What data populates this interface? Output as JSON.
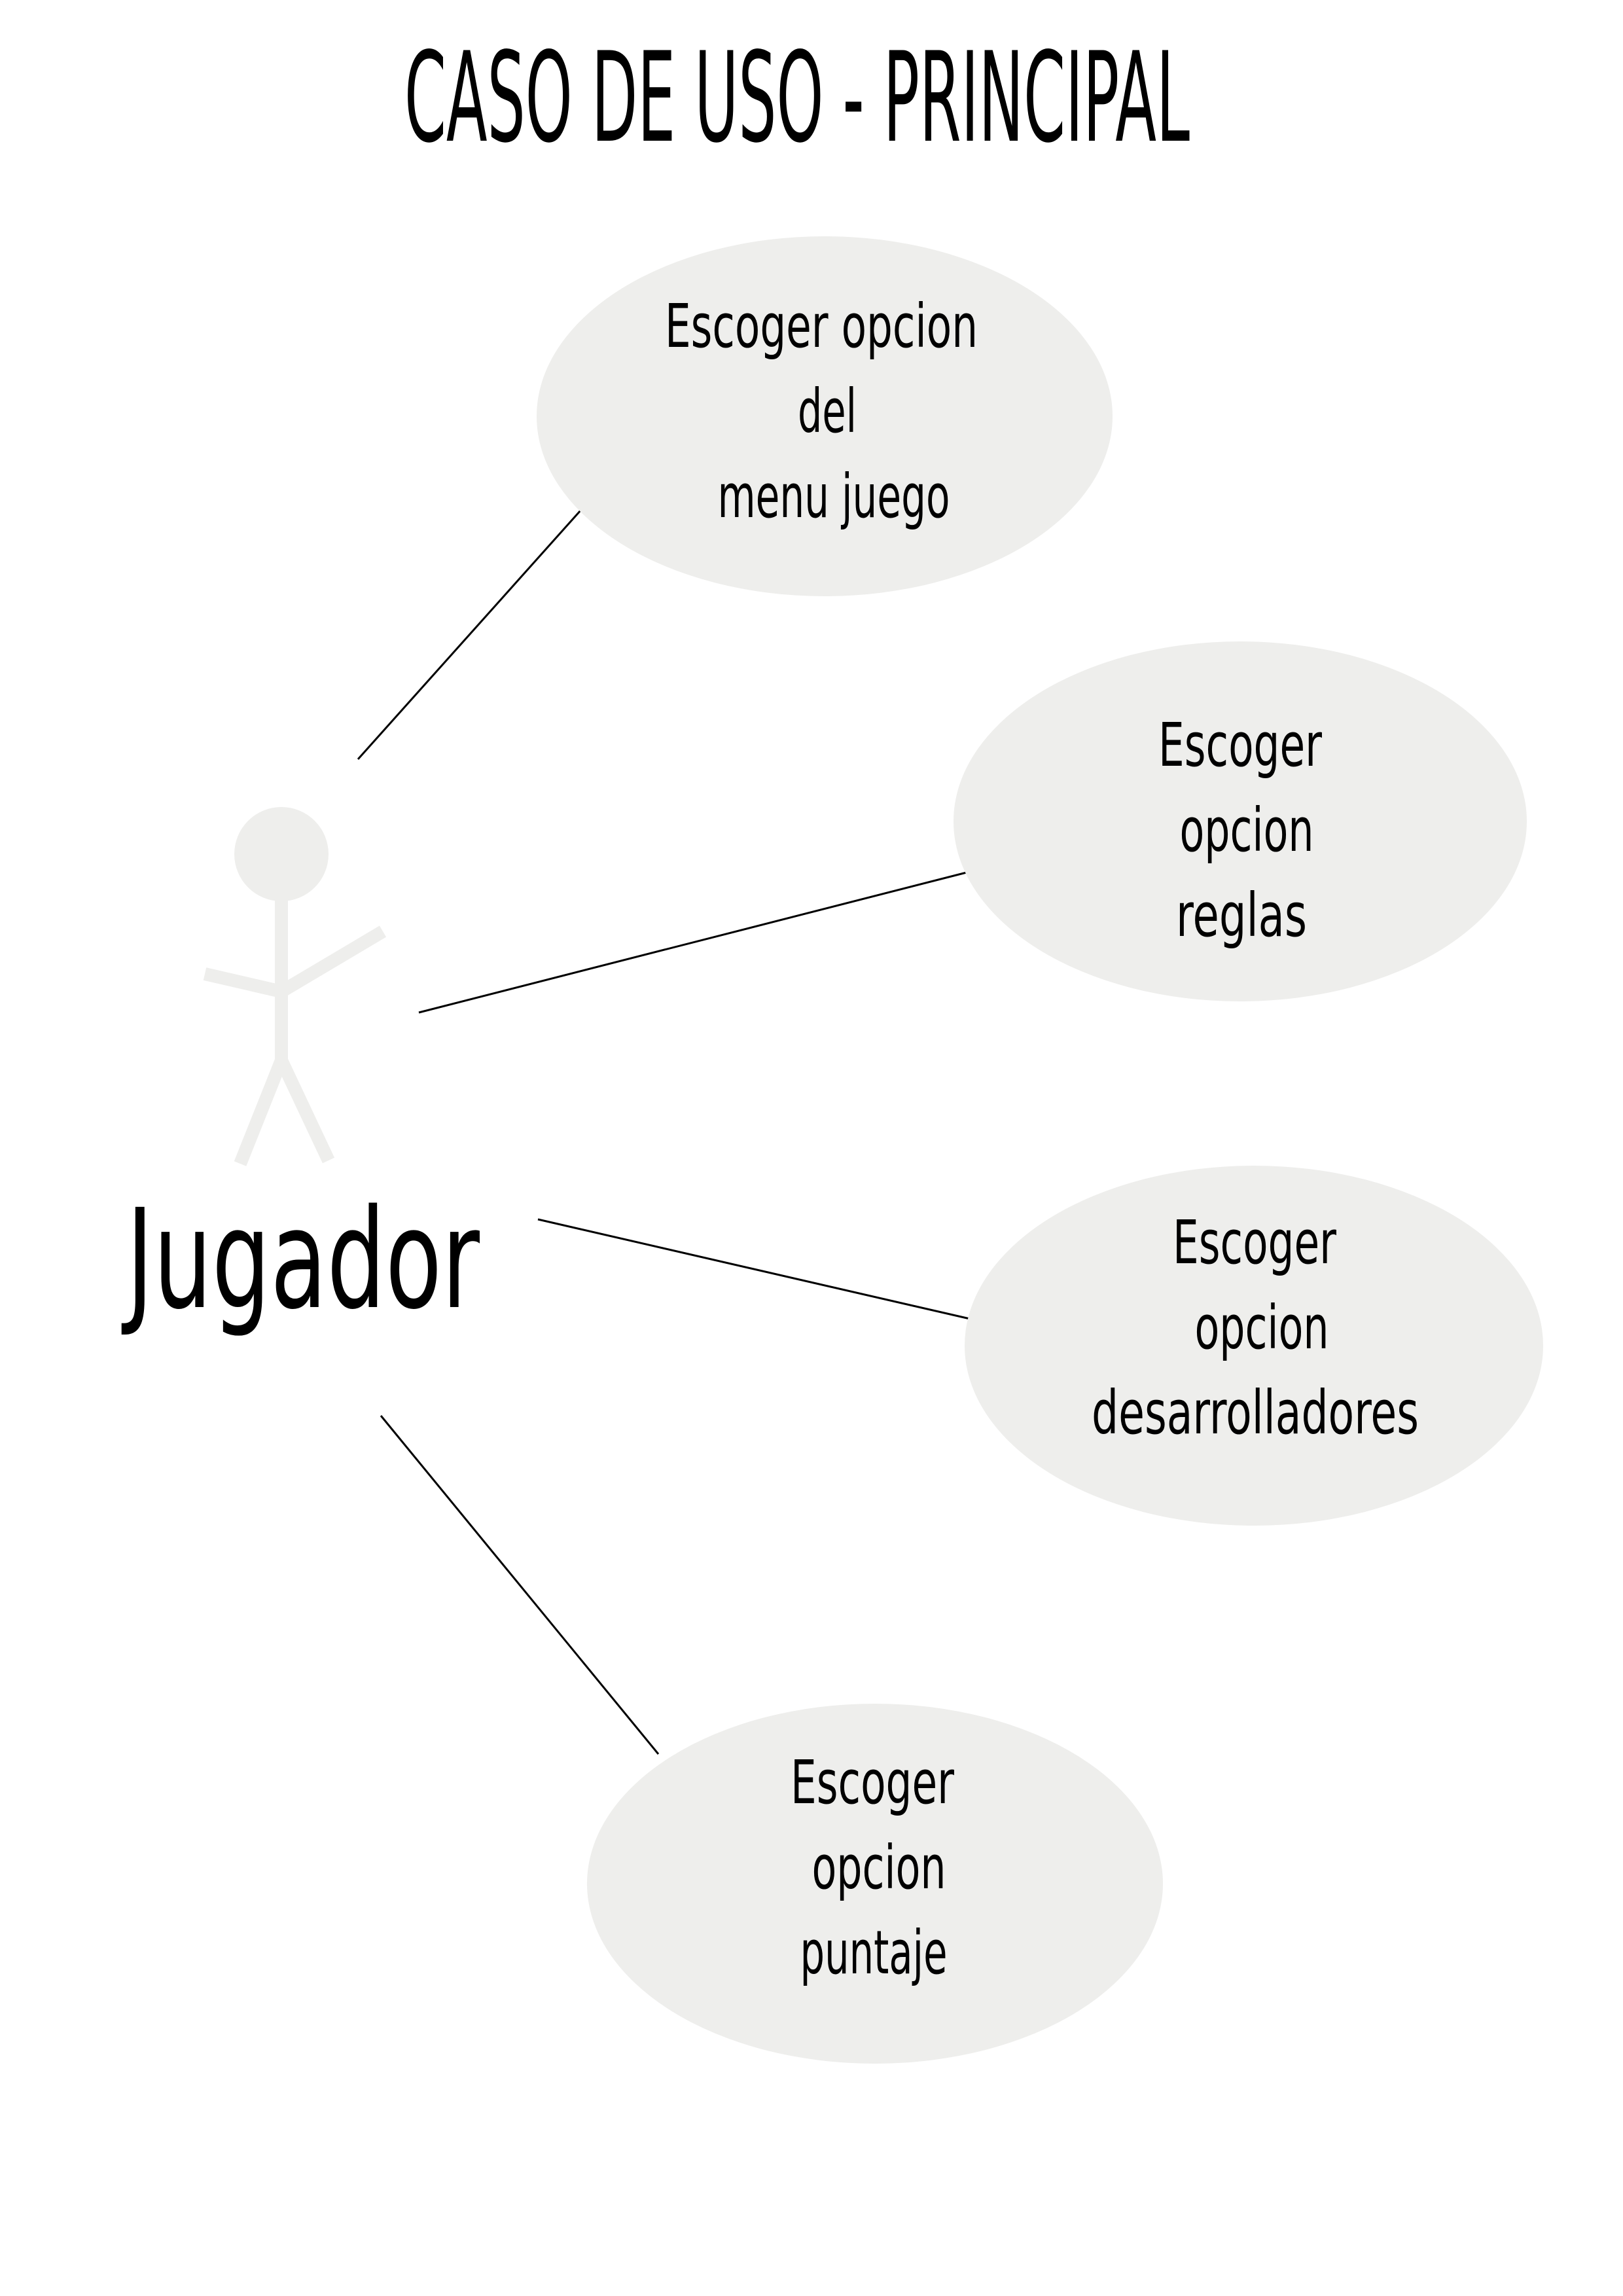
{
  "title": "CASO DE USO  - PRINCIPAL",
  "actor": {
    "label": "Jugador"
  },
  "use_cases": [
    {
      "lines": [
        "Escoger opcion",
        "del",
        "menu juego"
      ]
    },
    {
      "lines": [
        "Escoger",
        "opcion",
        "reglas"
      ]
    },
    {
      "lines": [
        "Escoger",
        "opcion",
        "desarrolladores"
      ]
    },
    {
      "lines": [
        "Escoger",
        "opcion",
        "puntaje"
      ]
    }
  ],
  "colors": {
    "ellipse_fill": "#eeeeec",
    "actor_color": "#eeeeec",
    "line_color": "#000000",
    "text_color": "#000000"
  }
}
